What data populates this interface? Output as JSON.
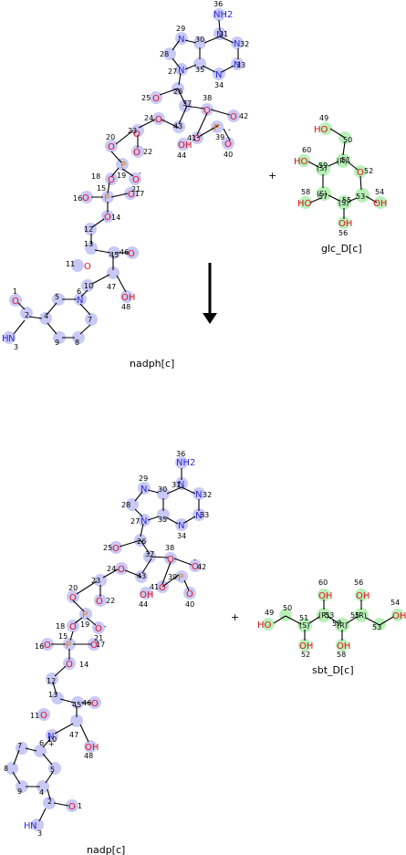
{
  "reaction": {
    "plus_symbol": "+",
    "substrates": [
      {
        "name": "nadph[c]"
      },
      {
        "name": "glc_D[c]"
      }
    ],
    "products": [
      {
        "name": "nadp[c]"
      },
      {
        "name": "sbt_D[c]"
      }
    ]
  },
  "atoms": {
    "N": "N",
    "O": "O",
    "P": "P",
    "H": "H",
    "NH2": "NH2",
    "OH": "OH",
    "HO": "HO",
    "S": "(S)",
    "R": "(R)",
    "minus": "-",
    "plus": "+",
    "n1": "1",
    "n2": "2",
    "n3": "3",
    "n4": "4",
    "n5": "5",
    "n6": "6",
    "n7": "7",
    "n8": "8",
    "n9": "9",
    "n10": "10",
    "n11": "11",
    "n12": "12",
    "n13": "13",
    "n14": "14",
    "n15": "15",
    "n16": "16",
    "n17": "17",
    "n18": "18",
    "n19": "19",
    "n20": "20",
    "n21": "21",
    "n22": "22",
    "n23": "23",
    "n24": "24",
    "n25": "25",
    "n26": "26",
    "n27": "27",
    "n28": "28",
    "n29": "29",
    "n30": "30",
    "n31": "31",
    "n32": "32",
    "n33": "33",
    "n34": "34",
    "n35": "35",
    "n36": "36",
    "n37": "37",
    "n38": "38",
    "n39": "39",
    "n40": "40",
    "n41": "41",
    "n42": "42",
    "n43": "43",
    "n44": "44",
    "n45": "45",
    "n46": "46",
    "n47": "47",
    "n48": "48",
    "n49": "49",
    "n50": "50",
    "n51": "51",
    "n52": "52",
    "n53": "53",
    "n54": "54",
    "n55": "55",
    "n56": "56",
    "n57": "57",
    "n58": "58",
    "n59": "59",
    "n60": "60"
  }
}
